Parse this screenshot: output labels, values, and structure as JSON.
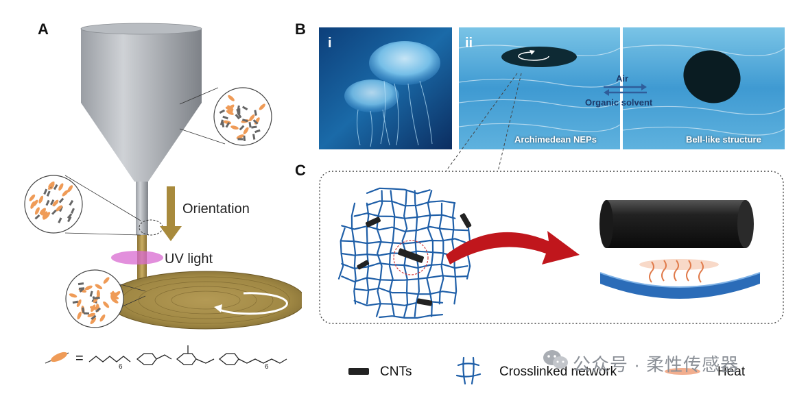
{
  "panels": {
    "a": "A",
    "b": "B",
    "c": "C"
  },
  "panel_a": {
    "orientation": "Orientation",
    "uv_light": "UV light",
    "molecule_equals": "=",
    "subscript_6a": "6",
    "subscript_6b": "6"
  },
  "panel_b": {
    "sub_i": "i",
    "sub_ii": "ii",
    "air": "Air",
    "organic_solvent": "Organic solvent",
    "archimedean": "Archimedean NEPs",
    "bell": "Bell-like structure"
  },
  "legend": {
    "cnts": "CNTs",
    "network": "Crosslinked network",
    "heat": "Heat"
  },
  "watermark": "公众号 · 柔性传感器",
  "colors": {
    "network_blue": "#1f5fa8",
    "arrow_red": "#c0161c",
    "heat_orange": "#e07a4a",
    "fiber_gold": "#a88a3c",
    "uv_pink": "#d86ad0"
  }
}
